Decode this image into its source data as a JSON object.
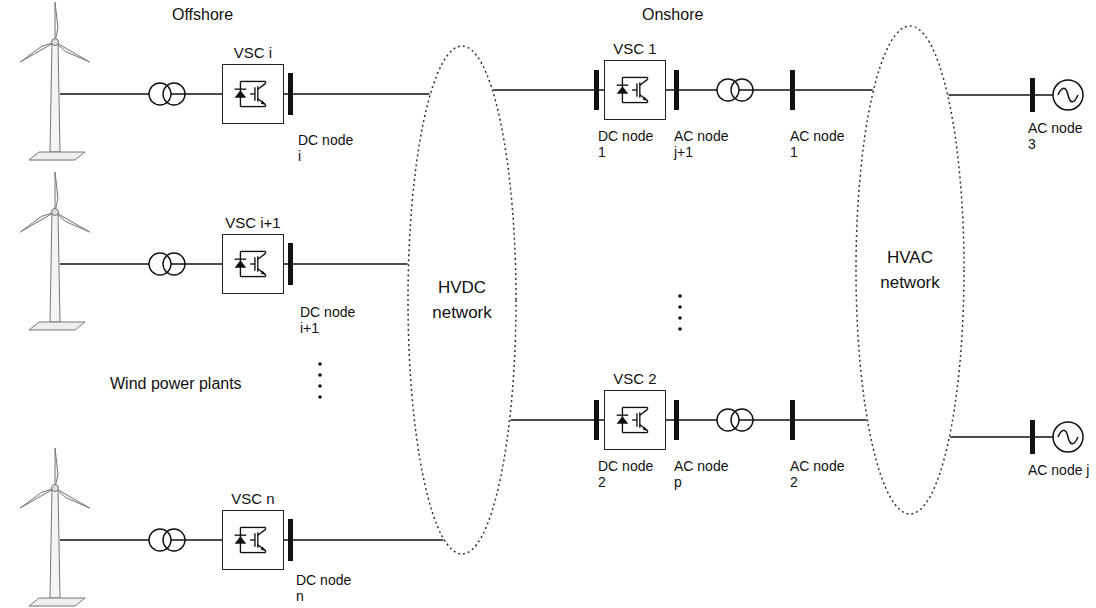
{
  "diagram": {
    "nodes": [
      {
        "text": [
          "VSC i"
        ]
      },
      {
        "text": [
          "VSC i+1"
        ]
      },
      {
        "text": [
          "VSC n"
        ]
      },
      {
        "text": [
          "HVDC network"
        ]
      },
      {
        "text": [
          "VSC 1"
        ]
      },
      {
        "text": [
          "VSC 2"
        ]
      },
      {
        "text": [
          "HVAC network"
        ]
      }
    ],
    "edges": [
      {
        "from": 0,
        "to": 3,
        "arrow": "none"
      },
      {
        "from": 1,
        "to": 3,
        "arrow": "none"
      },
      {
        "from": 2,
        "to": 3,
        "arrow": "none"
      },
      {
        "from": 3,
        "to": 4,
        "arrow": "none"
      },
      {
        "from": 3,
        "to": 5,
        "arrow": "none"
      },
      {
        "from": 4,
        "to": 6,
        "arrow": "none"
      },
      {
        "from": 5,
        "to": 6,
        "arrow": "none"
      }
    ],
    "labels": [
      "Offshore",
      "Onshore",
      "Wind power plants",
      "DC node i",
      "DC node i+1",
      "DC node n",
      "DC node 1",
      "AC node j+1",
      "AC node 1",
      "DC node 2",
      "AC node p",
      "AC node 2",
      "AC node 3",
      "AC node j"
    ]
  }
}
